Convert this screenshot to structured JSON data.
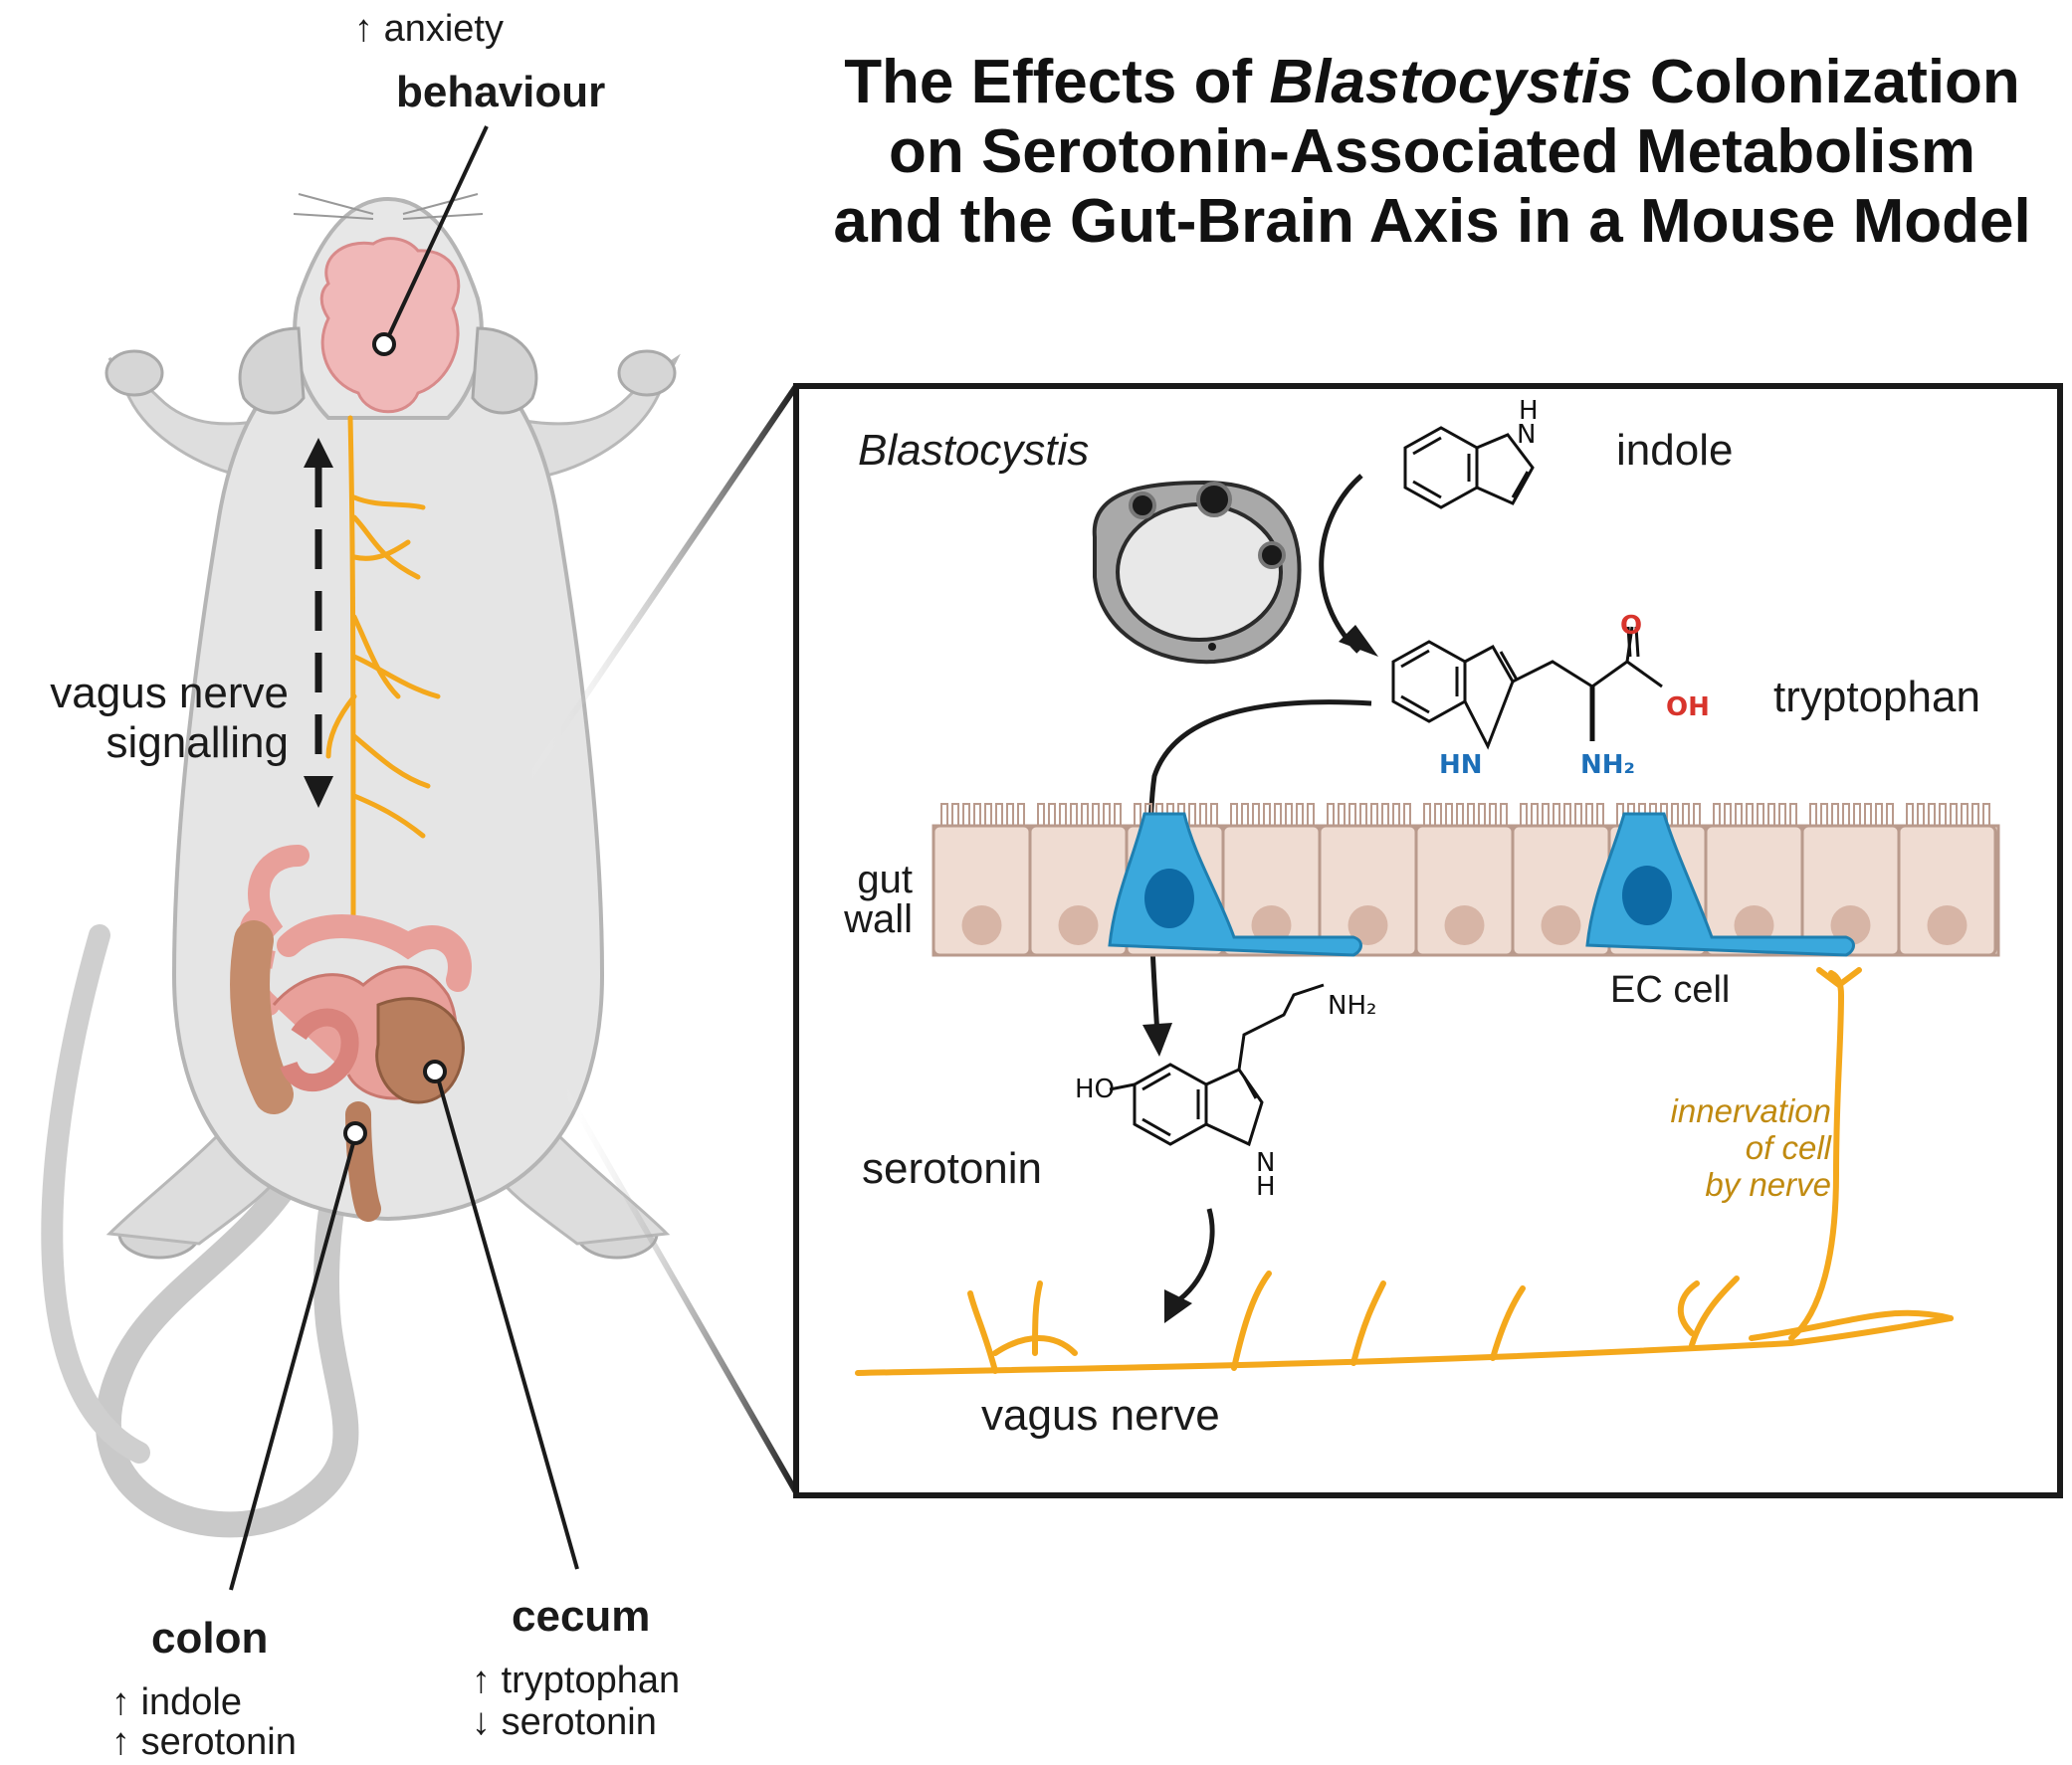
{
  "title": {
    "line1_prefix": "The Effects of ",
    "line1_italic": "Blastocystis",
    "line1_suffix": " Colonization",
    "line2": "on Serotonin-Associated Metabolism",
    "line3": "and the Gut-Brain Axis in a Mouse Model"
  },
  "mouse": {
    "brain_arrow": "↑",
    "brain_effect": "anxiety",
    "brain_label": "behaviour",
    "axis_line1": "vagus nerve",
    "axis_line2": "signalling",
    "colon": {
      "label": "colon",
      "line1_arrow": "↑",
      "line1_text": "indole",
      "line2_arrow": "↑",
      "line2_text": "serotonin"
    },
    "cecum": {
      "label": "cecum",
      "line1_arrow": "↑",
      "line1_text": "tryptophan",
      "line2_arrow": "↓",
      "line2_text": "serotonin"
    }
  },
  "panel": {
    "organism": "Blastocystis",
    "indole": "indole",
    "tryptophan": "tryptophan",
    "gut_wall_line1": "gut",
    "gut_wall_line2": "wall",
    "ec_cell": "EC cell",
    "serotonin": "serotonin",
    "innervation_line1": "innervation",
    "innervation_line2": "of cell",
    "innervation_line3": "by nerve",
    "vagus_nerve": "vagus nerve",
    "chem": {
      "indole_h": "H",
      "indole_n": "N",
      "trp_o": "O",
      "trp_oh": "OH",
      "trp_hn": "HN",
      "trp_nh2": "NH₂",
      "ser_nh2": "NH₂",
      "ser_ho": "HO",
      "ser_n": "N",
      "ser_h": "H"
    }
  },
  "colors": {
    "nerve": "#f4a81c",
    "ec_cell": "#3aa8dc",
    "ec_nucleus": "#0d6aa5",
    "gut_cell": "#efdcd2",
    "mouse_body": "#e4e4e4",
    "brain": "#f0b8b8",
    "intestine": "#e8a09a",
    "cecum": "#b87e5e",
    "oxygen_red": "#d8342c",
    "nitrogen_blue": "#1c6fb8",
    "innervation_text": "#c08a10"
  }
}
